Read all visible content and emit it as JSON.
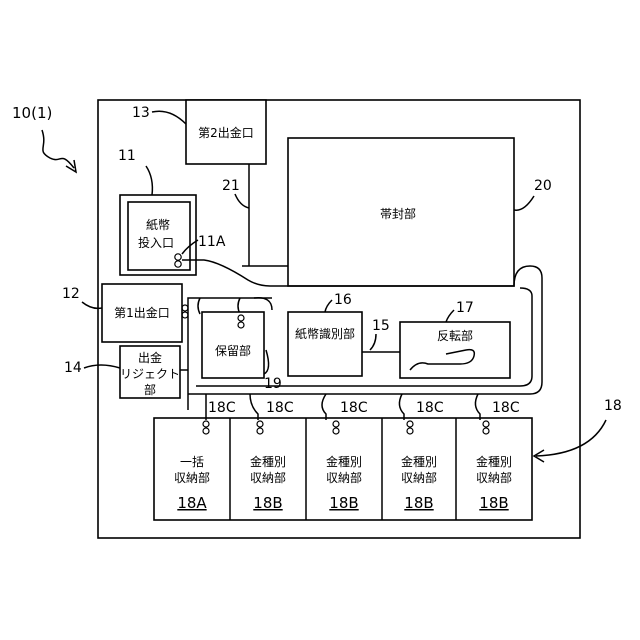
{
  "reference_numerals": {
    "device": "10(1)",
    "second_outlet": "13",
    "inlet": "11",
    "inlet_roller": "11A",
    "first_outlet": "12",
    "reject": "14",
    "path_21": "21",
    "band_unit": "20",
    "recognition": "16",
    "transport_path": "15",
    "reversing": "17",
    "holding_roller": "19",
    "storage_group": "18",
    "roller_18c_1": "18C",
    "roller_18c_2": "18C",
    "roller_18c_3": "18C",
    "roller_18c_4": "18C",
    "roller_18c_5": "18C"
  },
  "labels": {
    "second_outlet": "第2出金口",
    "band_unit": "帯封部",
    "inlet_line1": "紙幣",
    "inlet_line2": "投入口",
    "first_outlet": "第1出金口",
    "holding": "保留部",
    "recognition": "紙幣識別部",
    "reversing": "反転部",
    "reject_line1": "出金",
    "reject_line2": "リジェクト",
    "reject_line3": "部",
    "bulk_line1": "一括",
    "bulk_line2": "収納部",
    "bulk_code": "18A",
    "denom_line1": "金種別",
    "denom_line2": "収納部",
    "denom_code": "18B"
  }
}
